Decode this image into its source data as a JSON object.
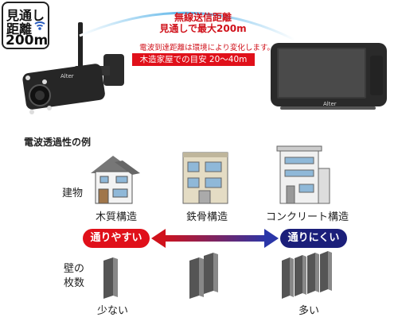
{
  "badge": {
    "line1": "見通し",
    "line2": "距離",
    "line3": "200m",
    "icon": "wifi-signal-icon"
  },
  "callout": {
    "title1": "無線送信距離",
    "title2": "見通しで最大200m",
    "note": "電波到達距離は環境により変化します。",
    "highlight": "木造家屋での目安  20〜40m"
  },
  "brand": {
    "camera": "Alter",
    "monitor": "Alter"
  },
  "section_title": "電波透過性の例",
  "labels": {
    "building": "建物",
    "walls_line1": "壁の",
    "walls_line2": "枚数"
  },
  "buildings": [
    "木質構造",
    "鉄骨構造",
    "コンクリート構造"
  ],
  "ease": {
    "easy": "通りやすい",
    "hard": "通りにくい"
  },
  "wall_counts": {
    "few": "少ない",
    "many": "多い"
  },
  "colors": {
    "red": "#e0101a",
    "navy": "#1b1f7a",
    "gradient_start": "#d0121b",
    "gradient_end": "#2a36a8"
  }
}
